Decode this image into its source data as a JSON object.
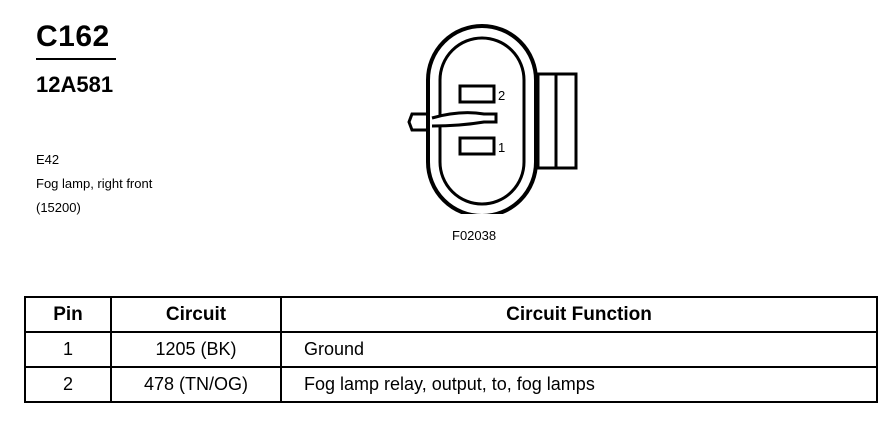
{
  "connector": {
    "id": "C162",
    "part_number": "12A581"
  },
  "component": {
    "code": "E42",
    "description": "Fog lamp, right front",
    "reference": "(15200)"
  },
  "figure": {
    "id": "F02038",
    "pin_labels": [
      "2",
      "1"
    ]
  },
  "table": {
    "headers": {
      "pin": "Pin",
      "circuit": "Circuit",
      "function": "Circuit Function"
    },
    "rows": [
      {
        "pin": "1",
        "circuit": "1205 (BK)",
        "function": "Ground"
      },
      {
        "pin": "2",
        "circuit": "478 (TN/OG)",
        "function": "Fog lamp relay, output, to, fog lamps"
      }
    ]
  }
}
